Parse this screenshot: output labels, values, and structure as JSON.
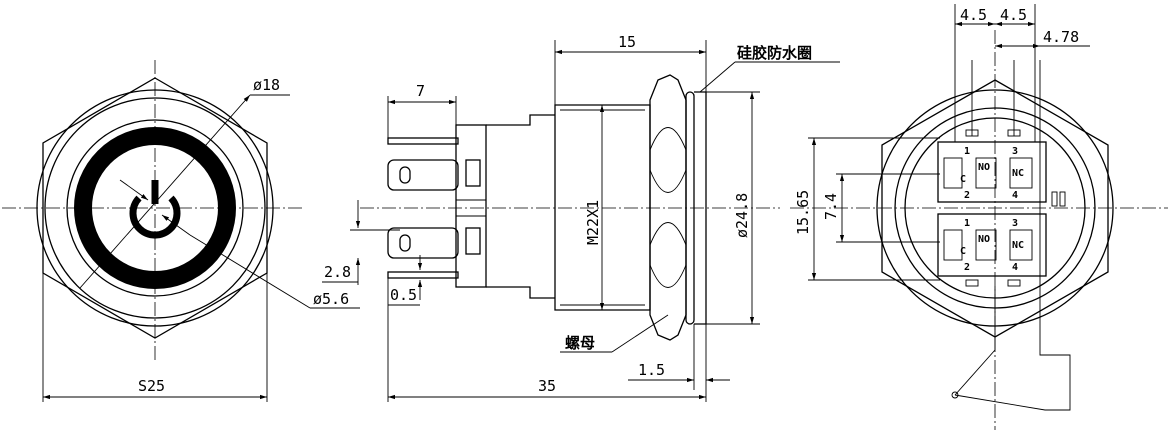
{
  "front_view": {
    "diameter_outer": "ø18",
    "diameter_inner": "ø5.6",
    "hex_width": "S25"
  },
  "side_view": {
    "length_body": "15",
    "terminal_length": "7",
    "thread": "M22X1",
    "diameter_flange": "ø24.8",
    "pin_spacing": "2.8",
    "pin_thickness": "0.5",
    "flange_thickness": "1.5",
    "total_length": "35",
    "seal_label": "硅胶防水圈",
    "nut_label": "螺母"
  },
  "rear_view": {
    "spacing_left": "4.5",
    "spacing_right": "4.5",
    "offset": "4.78",
    "height_outer": "15.65",
    "height_inner": "7.4",
    "contacts_top": {
      "no1": "1",
      "no2": "2",
      "nc3": "3",
      "nc4": "4",
      "no_label": "NO",
      "nc_label": "NC",
      "c_label": "C"
    },
    "contacts_bottom": {
      "no1": "1",
      "no2": "2",
      "nc3": "3",
      "nc4": "4",
      "no_label": "NO",
      "nc_label": "NC",
      "c_label": "C"
    }
  }
}
